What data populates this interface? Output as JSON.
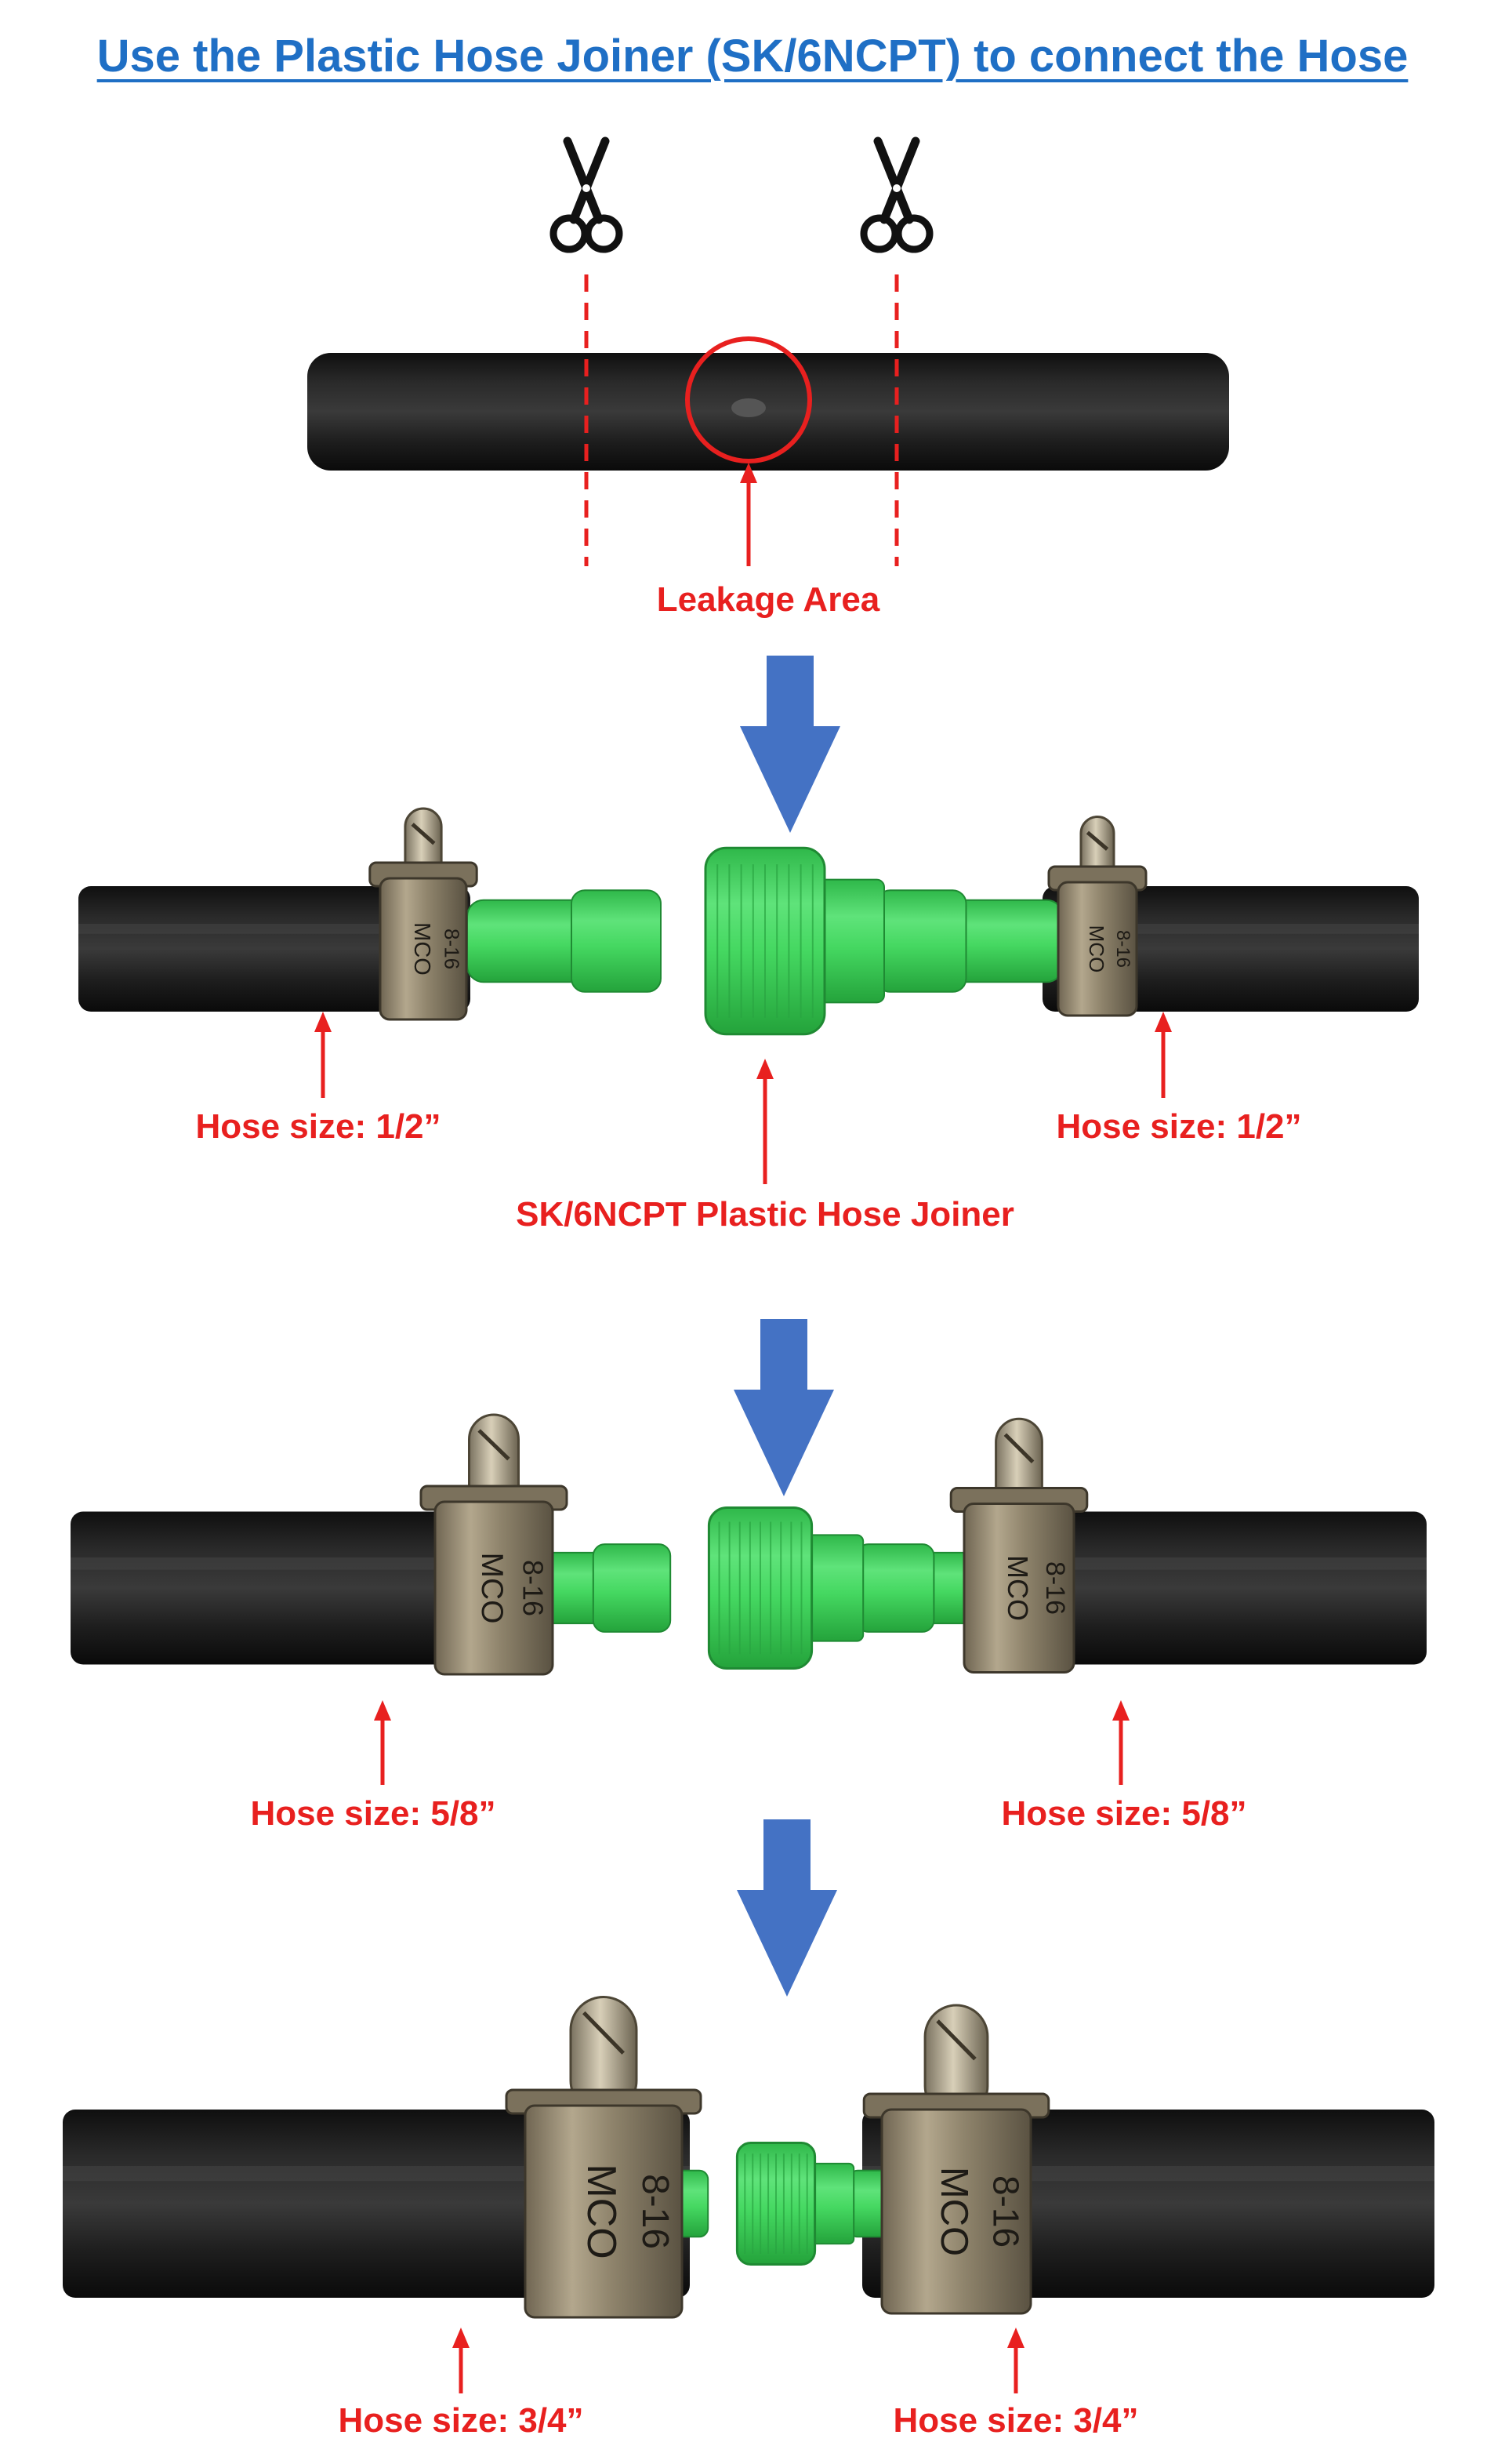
{
  "title": "Use the Plastic Hose Joiner (SK/6NCPT) to connect the Hose",
  "labels": {
    "leakage": "Leakage Area",
    "joiner": "SK/6NCPT Plastic Hose Joiner",
    "half_left": "Hose size: 1/2”",
    "half_right": "Hose size: 1/2”",
    "five_eighths_left": "Hose size: 5/8”",
    "five_eighths_right": "Hose size: 5/8”",
    "three_quarter_left": "Hose size: 3/4”",
    "three_quarter_right": "Hose size: 3/4”"
  },
  "clamp_text": {
    "brand": "MCO",
    "size": "8-16"
  },
  "icons": [
    "scissors-icon",
    "down-arrow-icon",
    "pointer-arrow-icon",
    "hose-clamp-icon"
  ],
  "colors": {
    "title": "#1f6fc5",
    "annotation": "#e8201f",
    "flow_arrow": "#4472c4",
    "hose": "#222222",
    "joiner": "#3ed35a",
    "clamp": "#9a8e76"
  }
}
